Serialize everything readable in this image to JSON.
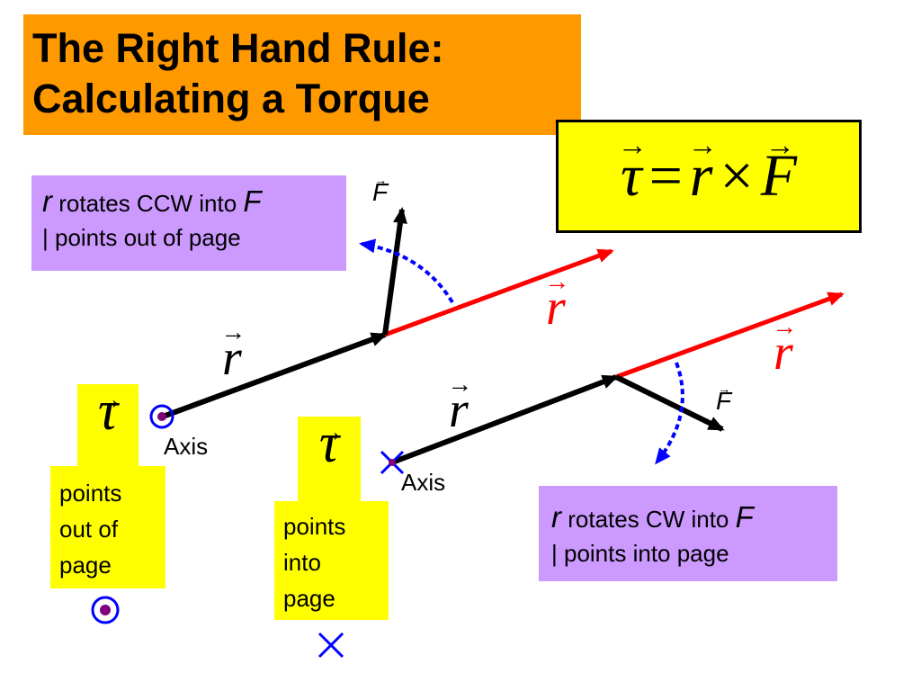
{
  "title": {
    "line1": "The Right Hand Rule:",
    "line2": "Calculating a Torque"
  },
  "formula": {
    "lhs": "τ",
    "equals": "=",
    "r": "r",
    "cross": "×",
    "F": "F"
  },
  "callouts": {
    "ccw": {
      "var_r": "r",
      "text1": " rotates CCW into ",
      "var_F": "F",
      "line2": "| points out of page"
    },
    "cw": {
      "var_r": "r",
      "text1": " rotates CW into ",
      "var_F": "F",
      "line2": "| points into page"
    }
  },
  "torque_notes": {
    "out": {
      "symbol": "τ",
      "lines": [
        "points",
        "out of",
        "page"
      ]
    },
    "into": {
      "symbol": "τ",
      "lines": [
        "points",
        "into",
        "page"
      ]
    }
  },
  "labels": {
    "axis": "Axis",
    "r": "r",
    "F": "F"
  },
  "colors": {
    "title_bg": "#FF9900",
    "formula_bg": "#FFFF00",
    "callout_bg": "#CC99FF",
    "note_bg": "#FFFF00",
    "r_vector": "#FF0000",
    "position_vector": "#000000",
    "rotation_arrow": "#0000FF",
    "axis_dot": "#800080"
  }
}
